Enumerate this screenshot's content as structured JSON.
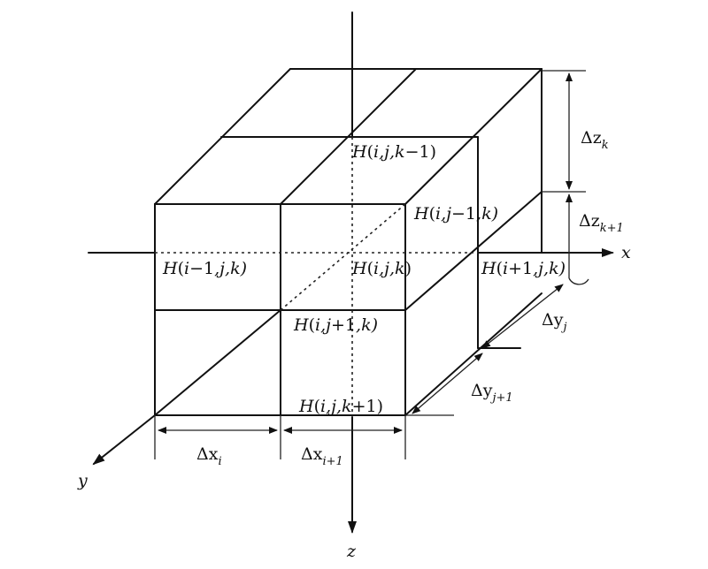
{
  "axes": {
    "x": "x",
    "y": "y",
    "z": "z"
  },
  "cells": {
    "top": {
      "pre": "H(",
      "args": "i,j,k",
      "delta": "−1",
      "post": ")"
    },
    "back": {
      "pre": "H(",
      "args": "i,j",
      "delta": "−1",
      "tail": ",k)"
    },
    "left": {
      "pre": "H(",
      "args": "i",
      "delta": "−1",
      "tail": ",j,k)"
    },
    "center": {
      "pre": "H(",
      "args": "i,j,k",
      "post": ")"
    },
    "right": {
      "pre": "H(",
      "args": "i",
      "delta": "+1",
      "tail": ",j,k)"
    },
    "front": {
      "pre": "H(",
      "args": "i,j",
      "delta": "+1",
      "tail": ",k)"
    },
    "bottom": {
      "pre": "H(",
      "args": "i,j,k",
      "delta": "+1",
      "post": ")"
    }
  },
  "dimensions": {
    "dz_k": {
      "base": "Δz",
      "sub": "k"
    },
    "dz_k1": {
      "base": "Δz",
      "sub": "k+1"
    },
    "dy_j": {
      "base": "Δy",
      "sub": "j"
    },
    "dy_j1": {
      "base": "Δy",
      "sub": "j+1"
    },
    "dx_i": {
      "base": "Δx",
      "sub": "i"
    },
    "dx_i1": {
      "base": "Δx",
      "sub": "i+1"
    }
  }
}
